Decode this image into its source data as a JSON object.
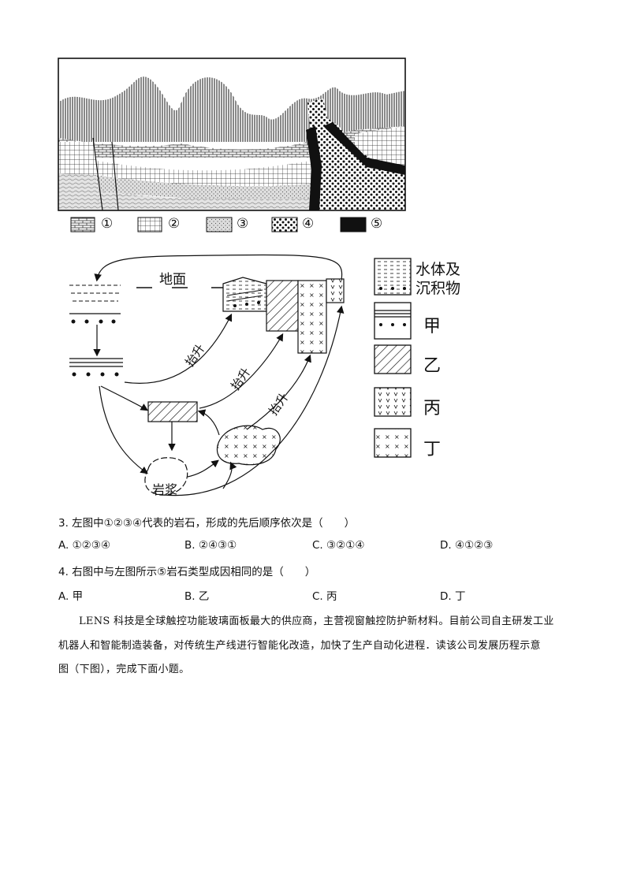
{
  "figure1": {
    "legend": [
      "①",
      "②",
      "③",
      "④",
      "⑤"
    ]
  },
  "figure2": {
    "ground_label": "地面",
    "magma_label": "岩浆",
    "uplift_labels": [
      "抬升",
      "抬升",
      "抬升"
    ],
    "legend": [
      "水体及沉积物",
      "甲",
      "乙",
      "丙",
      "丁"
    ]
  },
  "questions": [
    {
      "stem": "3. 左图中①②③④代表的岩石，形成的先后顺序依次是（　　）",
      "options": [
        "A. ①②③④",
        "B. ②④③①",
        "C. ③②①④",
        "D. ④①②③"
      ]
    },
    {
      "stem": "4. 右图中与左图所示⑤岩石类型成因相同的是（　　）",
      "options": [
        "A. 甲",
        "B. 乙",
        "C. 丙",
        "D. 丁"
      ]
    }
  ],
  "passage": {
    "lines": [
      "LENS 科技是全球触控功能玻璃面板最大的供应商，主营视窗触控防护新材料。目前公司自主研发工业",
      "机器人和智能制造装备，对传统生产线进行智能化改造，加快了生产自动化进程．读该公司发展历程示意",
      "图（下图），完成下面小题。"
    ]
  }
}
